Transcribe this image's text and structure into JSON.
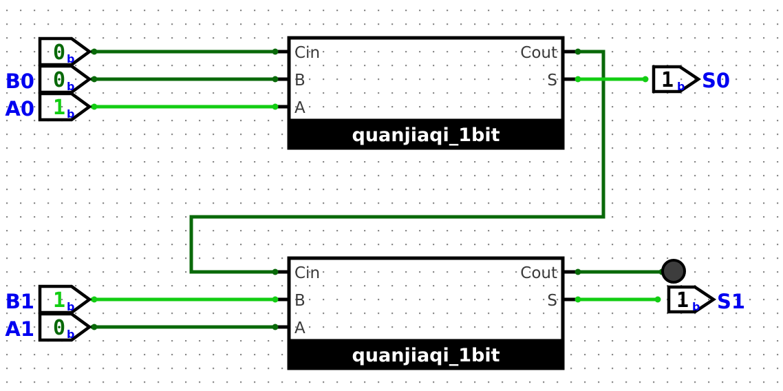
{
  "circuit": {
    "adders": [
      {
        "title": "quanjiaqi_1bit",
        "ports": {
          "cin": "Cin",
          "b": "B",
          "a": "A",
          "cout": "Cout",
          "s": "S"
        }
      },
      {
        "title": "quanjiaqi_1bit",
        "ports": {
          "cin": "Cin",
          "b": "B",
          "a": "A",
          "cout": "Cout",
          "s": "S"
        }
      }
    ],
    "input_pins": [
      {
        "label": "",
        "value": "0",
        "radix": "b",
        "state": "low"
      },
      {
        "label": "B0",
        "value": "0",
        "radix": "b",
        "state": "low"
      },
      {
        "label": "A0",
        "value": "1",
        "radix": "b",
        "state": "high"
      },
      {
        "label": "B1",
        "value": "1",
        "radix": "b",
        "state": "high"
      },
      {
        "label": "A1",
        "value": "0",
        "radix": "b",
        "state": "low"
      }
    ],
    "output_pins": [
      {
        "label": "S0",
        "value": "1",
        "radix": "b",
        "state": "high"
      },
      {
        "label": "S1",
        "value": "1",
        "radix": "b",
        "state": "high"
      }
    ],
    "led": {
      "state": "off"
    }
  },
  "colors": {
    "wire_low": "#096909",
    "wire_high": "#13cd13",
    "pin_label": "#0000f0",
    "value_text": "#000000",
    "led_off_fill": "#3d3d3d",
    "grid_dot": "#8a8a8a"
  }
}
